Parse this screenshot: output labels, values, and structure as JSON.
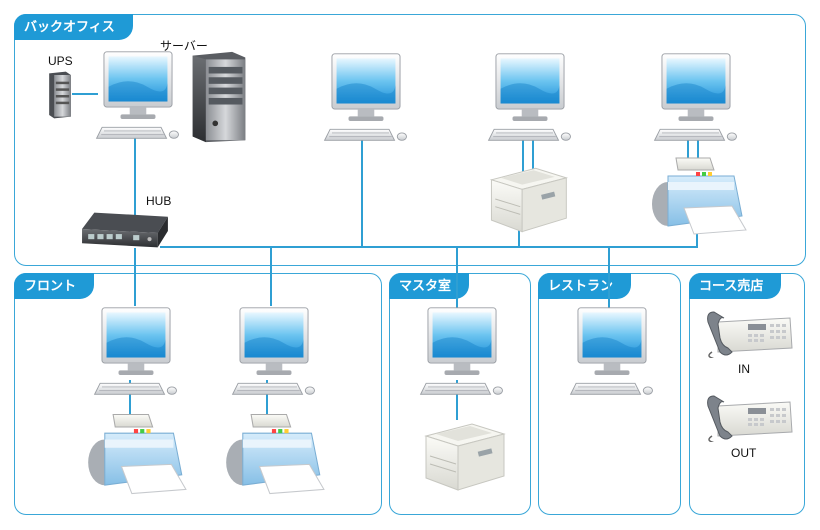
{
  "zones": {
    "back_office": "バックオフィス",
    "front": "フロント",
    "master_room": "マスタ室",
    "restaurant": "レストラン",
    "course_shop": "コース売店"
  },
  "labels": {
    "ups": "UPS",
    "server": "サーバー",
    "hub": "HUB",
    "phone_in": "IN",
    "phone_out": "OUT"
  },
  "colors": {
    "zone_border": "#3aa7d8",
    "zone_tab": "#1f9ad6",
    "network_line": "#2f9fd3"
  },
  "icons": [
    "computer-icon",
    "server-icon",
    "ups-icon",
    "hub-icon",
    "inkjet-printer-icon",
    "laser-printer-icon",
    "telephone-icon"
  ]
}
